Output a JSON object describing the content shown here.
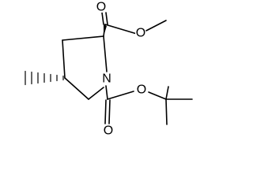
{
  "structure": {
    "atom_labels": {
      "ester_carbonyl_oxygen": "O",
      "ester_ether_oxygen": "O",
      "ring_nitrogen": "N",
      "carbamate_ether_oxygen": "O",
      "carbamate_carbonyl_oxygen": "O"
    },
    "colors": {
      "bond": "#000000",
      "label": "#000000",
      "background": "#ffffff"
    }
  }
}
